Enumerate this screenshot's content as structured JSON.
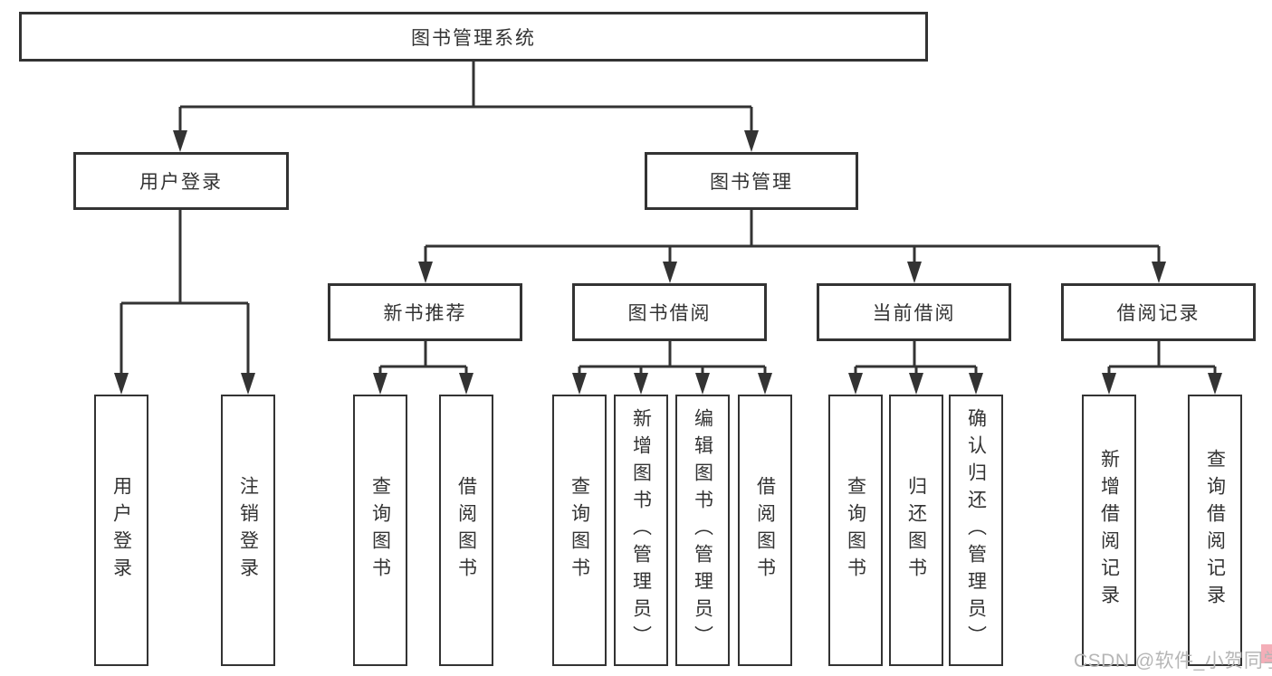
{
  "colors": {
    "line": "#333333",
    "box_background": "#ffffff",
    "text": "#333333",
    "watermark_text": "#b6b6b6",
    "watermark_accent": "#f2a0ac"
  },
  "root": {
    "label": "图书管理系统"
  },
  "level1": [
    {
      "label": "用户登录"
    },
    {
      "label": "图书管理"
    }
  ],
  "level2": [
    {
      "label": "新书推荐"
    },
    {
      "label": "图书借阅"
    },
    {
      "label": "当前借阅"
    },
    {
      "label": "借阅记录"
    }
  ],
  "level3": [
    {
      "label": "用户登录"
    },
    {
      "label": "注销登录"
    },
    {
      "label": "查询图书"
    },
    {
      "label": "借阅图书"
    },
    {
      "label": "查询图书"
    },
    {
      "label": "新增图书（管理员）"
    },
    {
      "label": "编辑图书（管理员）"
    },
    {
      "label": "借阅图书"
    },
    {
      "label": "查询图书"
    },
    {
      "label": "归还图书"
    },
    {
      "label": "确认归还（管理员）"
    },
    {
      "label": "新增借阅记录"
    },
    {
      "label": "查询借阅记录"
    }
  ],
  "watermark": {
    "text": "CSDN @软件_小贺同学"
  }
}
